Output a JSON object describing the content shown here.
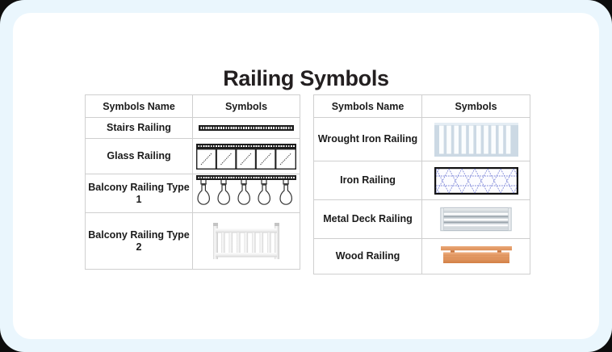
{
  "page": {
    "title": "Railing Symbols",
    "background_color": "#eaf6fd",
    "card_color": "#ffffff",
    "title_color": "#231f20"
  },
  "tables": [
    {
      "id": "left-table",
      "headers": [
        "Symbols Name",
        "Symbols"
      ],
      "rows": [
        {
          "name": "Stairs Railing",
          "symbol": "stairs-railing-symbol"
        },
        {
          "name": "Glass Railing",
          "symbol": "glass-railing-symbol"
        },
        {
          "name": "Balcony Railing Type 1",
          "symbol": "balcony-railing-type-1-symbol"
        },
        {
          "name": "Balcony Railing Type 2",
          "symbol": "balcony-railing-type-2-symbol"
        }
      ]
    },
    {
      "id": "right-table",
      "headers": [
        "Symbols Name",
        "Symbols"
      ],
      "rows": [
        {
          "name": "Wrought Iron Railing",
          "symbol": "wrought-iron-railing-symbol"
        },
        {
          "name": "Iron Railing",
          "symbol": "iron-railing-symbol"
        },
        {
          "name": "Metal Deck Railing",
          "symbol": "metal-deck-railing-symbol"
        },
        {
          "name": "Wood Railing",
          "symbol": "wood-railing-symbol"
        }
      ]
    }
  ],
  "colors": {
    "border": "#cfcfcf",
    "ink": "#1b1b1b",
    "wrought_iron_fill": "#ccd9e4",
    "iron_lattice": "#7b86d6",
    "wood": "#e09463",
    "metal": "#b9c2ca"
  }
}
